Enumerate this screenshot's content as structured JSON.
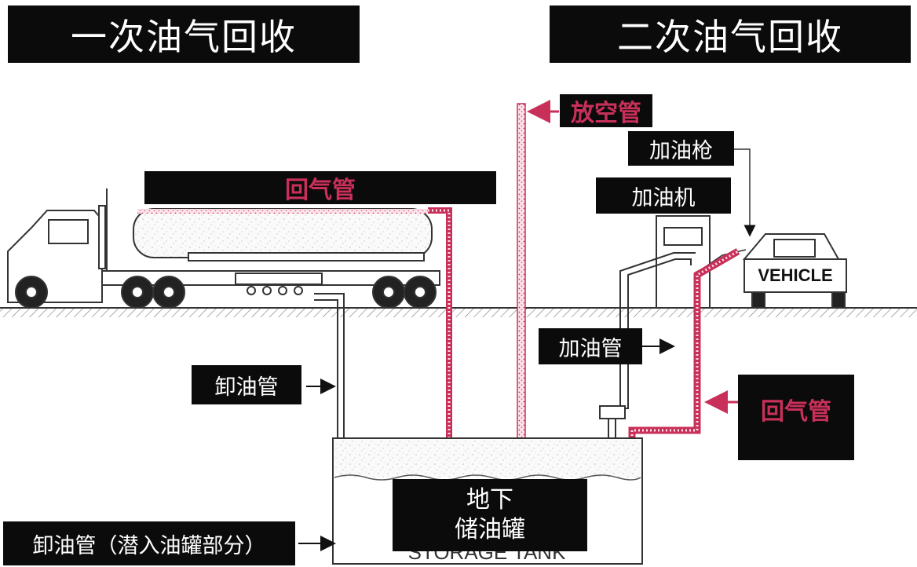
{
  "titles": {
    "primary": "一次油气回收",
    "secondary": "二次油气回收"
  },
  "labels": {
    "truck_vapor_return": "回气管",
    "vent_pipe": "放空管",
    "nozzle": "加油枪",
    "dispenser": "加油机",
    "fuel_pipe": "加油管",
    "unload_pipe": "卸油管",
    "vapor_return_lower": "回气管",
    "tank_line1": "地下",
    "tank_line2": "储油罐",
    "unload_pipe_submerged": "卸油管（潜入油罐部分）"
  },
  "drawing_text": {
    "vehicle": "VEHICLE",
    "storage_tank": "STORAGE TANK"
  },
  "colors": {
    "label_bg": "#0b0b0b",
    "label_text": "#ffffff",
    "accent_red": "#c8305a",
    "line": "#333333"
  }
}
